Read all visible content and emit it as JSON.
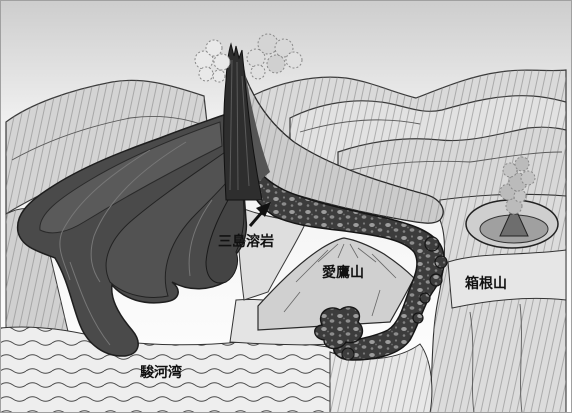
{
  "labels": {
    "mishima_lava": "三島溶岩",
    "mt_ashitaka": "愛鷹山",
    "mt_hakone": "箱根山",
    "suruga_bay": "駿河湾"
  },
  "colors": {
    "lava_dark": "#4a4a4a",
    "spire_dark": "#2e2e2e",
    "land_light": "#d8d8d8",
    "text": "#111111"
  }
}
